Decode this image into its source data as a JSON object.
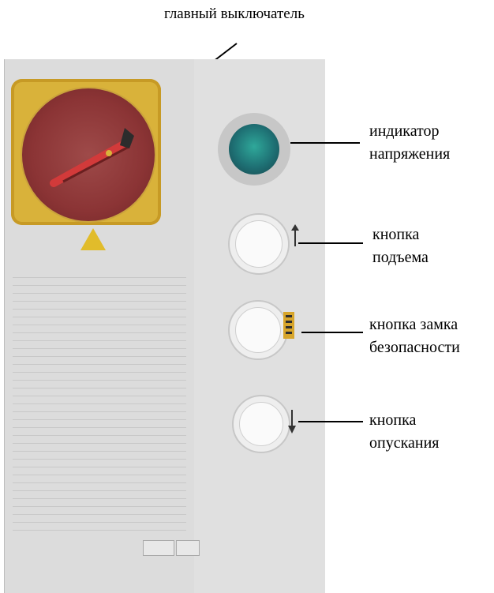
{
  "labels": {
    "main_switch": "главный выключатель",
    "voltage_line1": "индикатор",
    "voltage_line2": "напряжения",
    "up_line1": "кнопка",
    "up_line2": "подъема",
    "lock_line1": "кнопка замка",
    "lock_line2": "безопасности",
    "down_line1": "кнопка",
    "down_line2": "опускания"
  },
  "icons": {
    "warning": "warning-triangle-icon",
    "up_arrow": "arrow-up-icon",
    "down_arrow": "arrow-down-icon",
    "lock": "lock-stripes-icon"
  },
  "colors": {
    "switch_plate": "#d9b23a",
    "switch_dial": "#8b3435",
    "indicator_lens": "#1e6f73",
    "panel": "#dcdcdc"
  }
}
